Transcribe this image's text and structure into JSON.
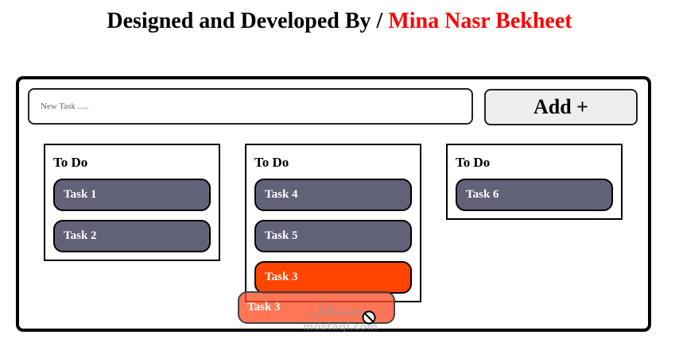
{
  "header": {
    "prefix": "Designed and Developed By / ",
    "author": "Mina Nasr Bekheet"
  },
  "form": {
    "input_placeholder": "New Task .....",
    "input_value": "",
    "add_label": "Add +"
  },
  "columns": [
    {
      "title": "To Do",
      "tasks": [
        "Task 1",
        "Task 2"
      ]
    },
    {
      "title": "To Do",
      "tasks": [
        "Task 4",
        "Task 5",
        "Task 3"
      ]
    },
    {
      "title": "To Do",
      "tasks": [
        "Task 6"
      ]
    }
  ],
  "drag": {
    "label": "Task 3",
    "cursor": "no-drop-icon"
  },
  "watermark": {
    "mark": "مستقل",
    "text": "mostaql.com"
  },
  "colors": {
    "author": "#ff0000",
    "task": "#616178",
    "task_active": "#ff4500",
    "drag_ghost": "#ff6a45"
  }
}
